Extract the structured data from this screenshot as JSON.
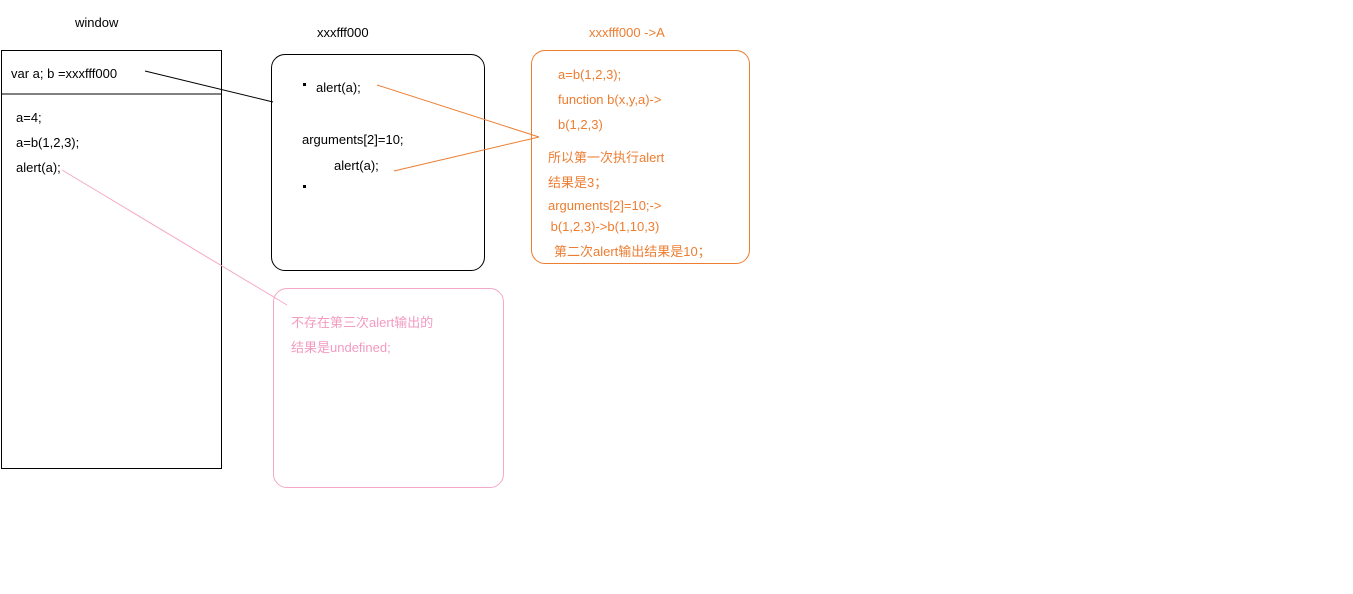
{
  "window": {
    "label": "window",
    "declaration": "var a; b =xxxfff000",
    "lines": [
      "a=4;",
      "a=b(1,2,3);",
      "alert(a);"
    ]
  },
  "function_scope": {
    "label": "xxxfff000",
    "lines": [
      "alert(a);",
      "arguments[2]=10;",
      "alert(a);"
    ]
  },
  "analysis": {
    "label": "xxxfff000 ->A",
    "lines": [
      "a=b(1,2,3);",
      "function b(x,y,a)->",
      "b(1,2,3)",
      "所以第一次执行alert",
      "结果是3；",
      "arguments[2]=10;->",
      " b(1,2,3)->b(1,10,3)",
      "第二次alert输出结果是10；"
    ]
  },
  "note": {
    "lines": [
      "不存在第三次alert输出的",
      "结果是undefined;"
    ]
  },
  "colors": {
    "black": "#000000",
    "orange": "#ed7d31",
    "pink": "#f5a8c8",
    "pink_text": "#f29bbf"
  }
}
